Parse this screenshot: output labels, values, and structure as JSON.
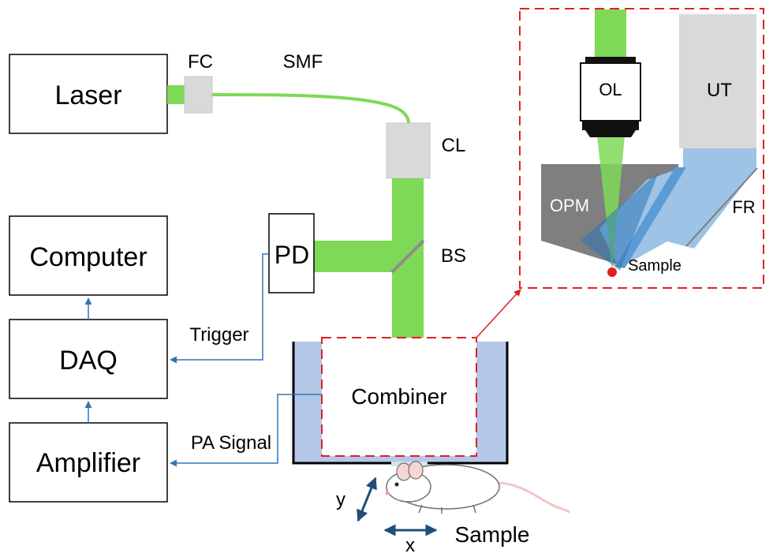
{
  "components": {
    "laser": "Laser",
    "computer": "Computer",
    "daq": "DAQ",
    "amplifier": "Amplifier",
    "pd": "PD",
    "combiner": "Combiner"
  },
  "labels": {
    "fc": "FC",
    "smf": "SMF",
    "cl": "CL",
    "bs": "BS",
    "trigger": "Trigger",
    "pa_signal": "PA Signal",
    "sample": "Sample",
    "axis_x": "x",
    "axis_y": "y"
  },
  "inset": {
    "ol": "OL",
    "ut": "UT",
    "opm": "OPM",
    "fr": "FR",
    "sample": "Sample"
  },
  "colors": {
    "laser_green": "#7ed957",
    "fiber_green": "#7ed957",
    "signal_blue": "#2e75b6",
    "water_blue": "#b4c7e7",
    "dash_red": "#e02020",
    "light_gray": "#d9d9d9",
    "dark_gray": "#7f7f7f"
  },
  "icons": [
    "mouse-illustration",
    "sample-dot-icon",
    "arrow-icon"
  ]
}
